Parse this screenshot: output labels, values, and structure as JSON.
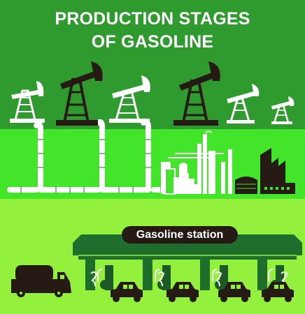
{
  "title": {
    "line1": "PRODUCTION STAGES",
    "line2": "OF GASOLINE"
  },
  "station": {
    "label": "Gasoline station"
  },
  "colors": {
    "top_band": "#2f9a2e",
    "middle_band": "#42e52a",
    "bottom_band": "#93f03c",
    "dark": "#261a15",
    "white": "#ffffff",
    "canopy": "#1f6e2c",
    "pump_green": "#1c5a26"
  },
  "icons": [
    "oil-pump-icon",
    "pipeline-icon",
    "refinery-icon",
    "factory-icon",
    "tanker-truck-icon",
    "car-icon",
    "fuel-pump-icon"
  ]
}
